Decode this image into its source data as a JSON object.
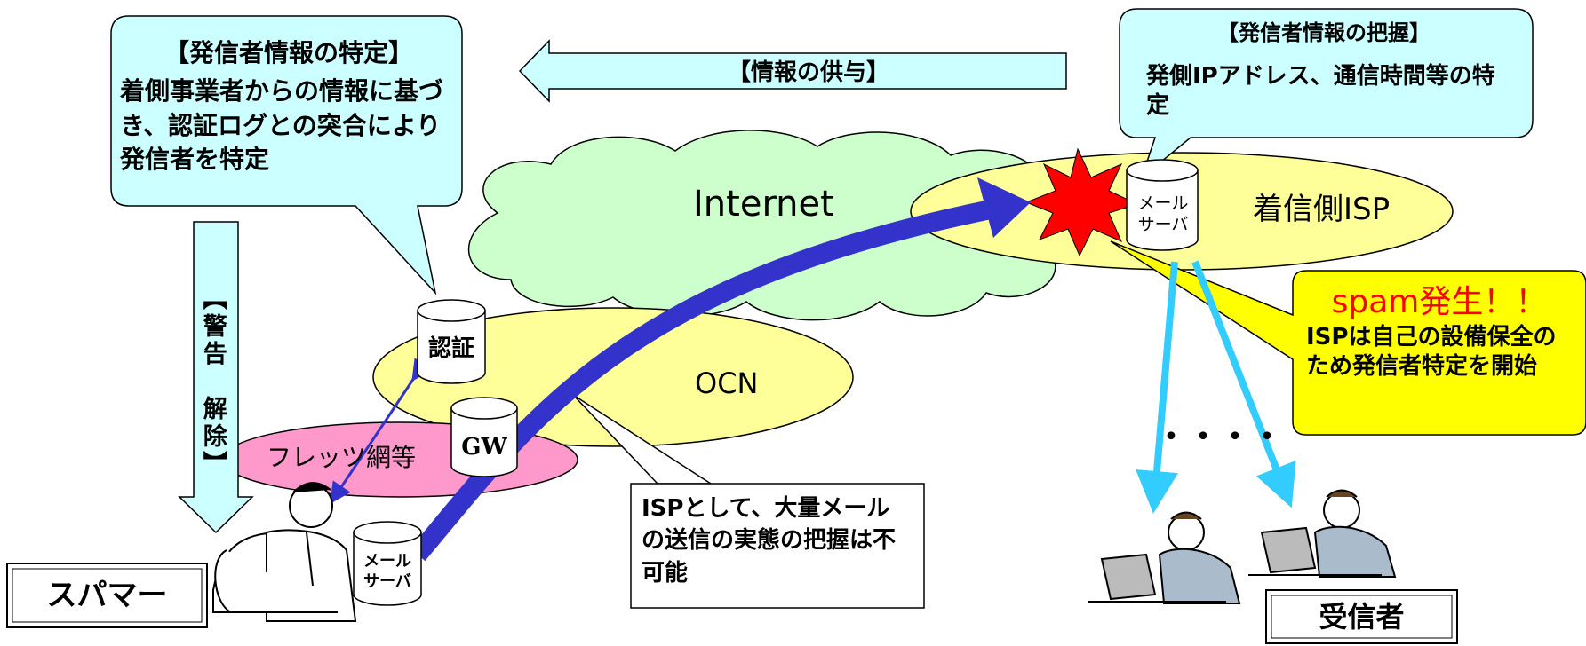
{
  "callout_left": {
    "title": "【発信者情報の特定】",
    "body": "着側事業者からの情報に基づき、認証ログとの突合により発信者を特定"
  },
  "info_arrow_label": "【情報の供与】",
  "callout_right": {
    "title": "【発信者情報の把握】",
    "body": "発側IPアドレス、通信時間等の特定"
  },
  "cloud_label": "Internet",
  "ocn_label": "OCN",
  "recv_isp_label": "着信側ISP",
  "flets_label": "フレッツ網等",
  "auth_server_label": "認証",
  "gw_label": "GW",
  "mail_server_right": "メール\nサーバ",
  "mail_server_left": "メール\nサーバ",
  "warning_label": "【警告　解除】",
  "spam_callout": {
    "title": "spam発生！！",
    "body": "ISPは自己の設備保全のため発信者特定を開始",
    "title_color": "#ff0000",
    "fill": "#ffff00"
  },
  "isp_box_text": "ISPとして、大量メールの送信の実態の把握は不可能",
  "spammer_label": "スパマー",
  "receiver_label": "受信者",
  "dots_label": "・・・・",
  "icons": [
    "person-at-computer-icon",
    "laptop-user-icon",
    "explosion-icon",
    "database-icon"
  ]
}
